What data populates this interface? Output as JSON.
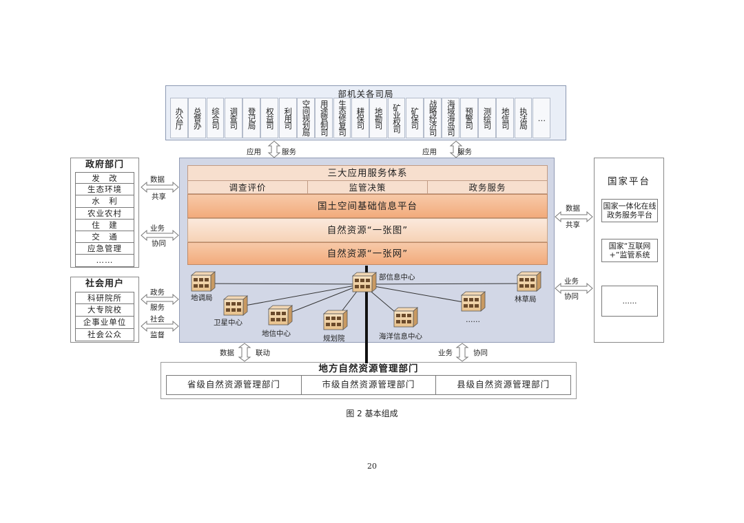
{
  "ministry": {
    "title": "部机关各司局",
    "departments": [
      "办公厅",
      "总督办",
      "综合司",
      "调查司",
      "登记局",
      "权益司",
      "利用司",
      "空间规划局",
      "用途管制司",
      "生态修复司",
      "耕保司",
      "地勘司",
      "矿业权司",
      "矿保司",
      "战略经济司",
      "海域海岛司",
      "预警司",
      "测绘司",
      "地信司",
      "执法局",
      "…"
    ]
  },
  "connectors": {
    "top_left": [
      "应用",
      "服务"
    ],
    "top_right": [
      "应用",
      "服务"
    ],
    "gov_upper": [
      "数据",
      "共享"
    ],
    "gov_lower": [
      "业务",
      "协同"
    ],
    "soc_upper": [
      "政务",
      "服务"
    ],
    "soc_lower": [
      "社会",
      "监督"
    ],
    "nat_upper": [
      "数据",
      "共享"
    ],
    "nat_lower": [
      "业务",
      "协同"
    ],
    "bottom_left": [
      "数据",
      "联动"
    ],
    "bottom_right": [
      "业务",
      "协同"
    ]
  },
  "platform": {
    "service_system": "三大应用服务体系",
    "services": [
      "调查评价",
      "监管决策",
      "政务服务"
    ],
    "base_platform": "国土空间基础信息平台",
    "one_map": "自然资源“一张图”",
    "one_net": "自然资源“一张网”"
  },
  "network": {
    "hub": "部信息中心",
    "nodes": [
      "地调局",
      "卫星中心",
      "地信中心",
      "规划院",
      "海洋信息中心",
      "……",
      "林草局"
    ]
  },
  "government": {
    "title": "政府部门",
    "items": [
      "发　改",
      "生态环境",
      "水　利",
      "农业农村",
      "住　建",
      "交　通",
      "应急管理",
      "……"
    ]
  },
  "society": {
    "title": "社会用户",
    "items": [
      "科研院所",
      "大专院校",
      "企事业单位",
      "社会公众"
    ]
  },
  "national": {
    "title": "国家平台",
    "items": [
      "国家一体化在线政务服务平台",
      "国家“互联网+”监管系统",
      "......"
    ]
  },
  "local": {
    "title": "地方自然资源管理部门",
    "items": [
      "省级自然资源管理部门",
      "市级自然资源管理部门",
      "县级自然资源管理部门"
    ]
  },
  "caption": "图 2  基本组成",
  "page_number": "20"
}
